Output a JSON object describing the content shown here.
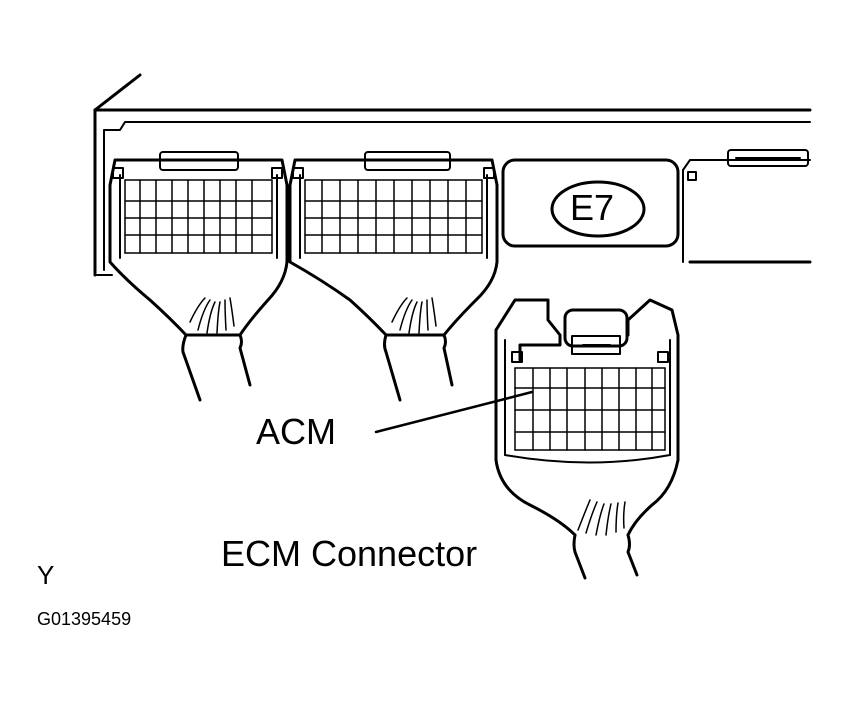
{
  "labels": {
    "ecu_callout": "E7",
    "pointer_label": "ACM",
    "caption": "ECM Connector",
    "corner_letter": "Y",
    "figure_id": "G01395459"
  },
  "colors": {
    "ink": "#000000",
    "paper": "#ffffff"
  }
}
